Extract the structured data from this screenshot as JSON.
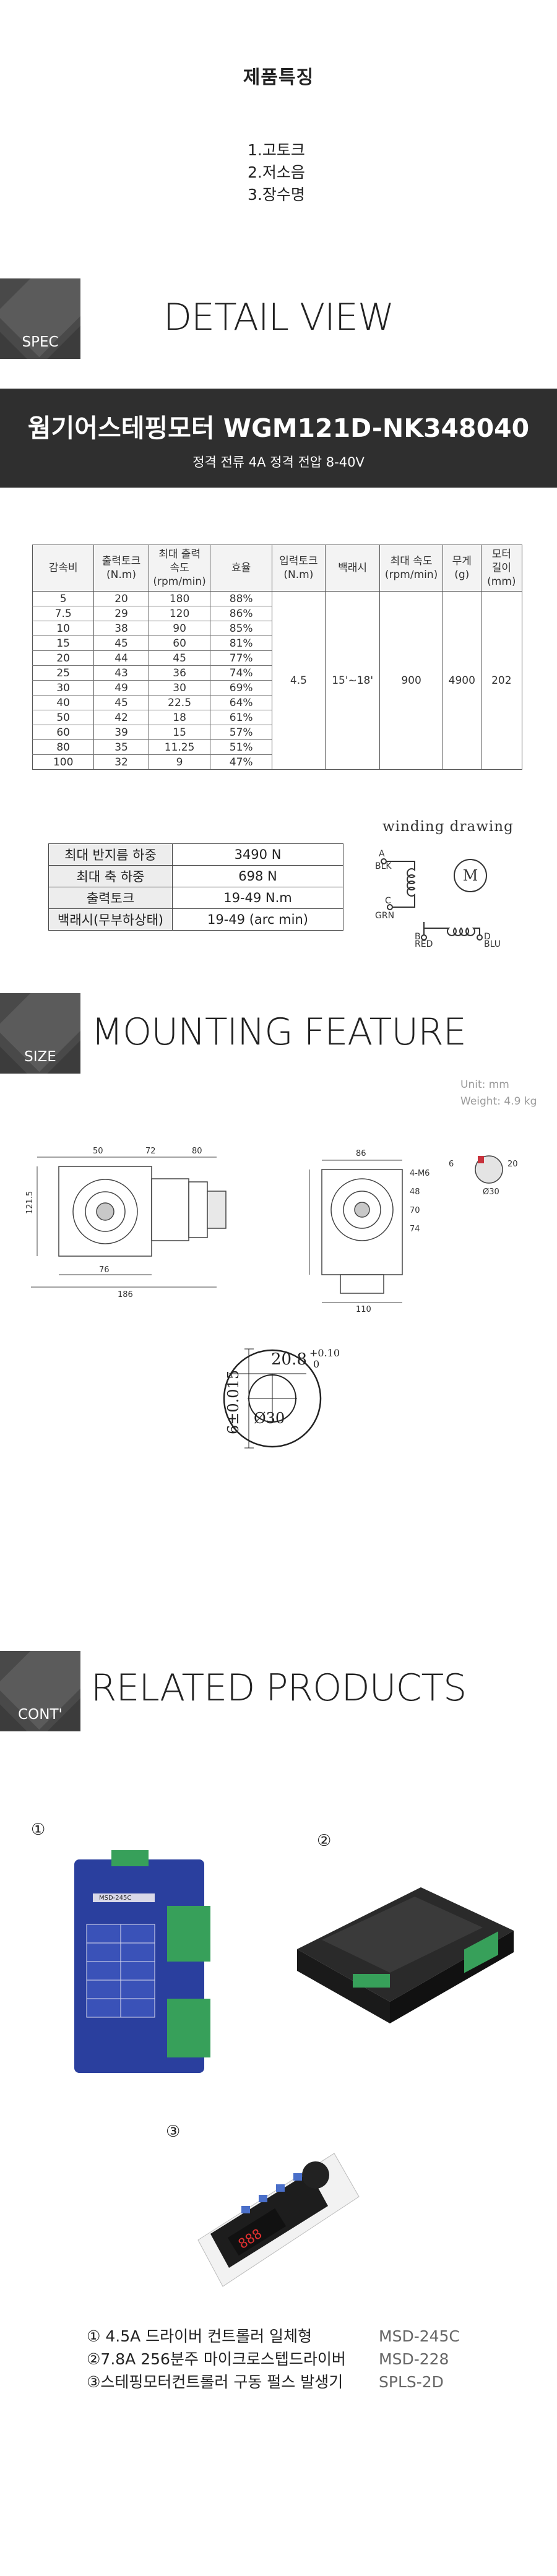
{
  "features": {
    "title": "제품특징",
    "items": [
      "1.고토크",
      "2.저소음",
      "3.장수명"
    ]
  },
  "sections": {
    "spec": {
      "tab": "SPEC",
      "title": "DETAIL VIEW"
    },
    "size": {
      "tab": "SIZE",
      "title": "MOUNTING FEATURE"
    },
    "cont": {
      "tab": "CONT'",
      "title": "RELATED PRODUCTS"
    }
  },
  "banner": {
    "title": "웜기어스테핑모터 WGM121D-NK348040",
    "subtitle": "정격 전류 4A     정격 전압 8-40V"
  },
  "spec_table": {
    "headers": [
      "감속비",
      "출력토크\n(N.m)",
      "최대 출력\n속도\n(rpm/min)",
      "효율",
      "입력토크\n(N.m)",
      "백래시",
      "최대 속도\n(rpm/min)",
      "무게\n(g)",
      "모터\n길이\n(mm)"
    ],
    "rows": [
      [
        "5",
        "20",
        "180",
        "88%"
      ],
      [
        "7.5",
        "29",
        "120",
        "86%"
      ],
      [
        "10",
        "38",
        "90",
        "85%"
      ],
      [
        "15",
        "45",
        "60",
        "81%"
      ],
      [
        "20",
        "44",
        "45",
        "77%"
      ],
      [
        "25",
        "43",
        "36",
        "74%"
      ],
      [
        "30",
        "49",
        "30",
        "69%"
      ],
      [
        "40",
        "45",
        "22.5",
        "64%"
      ],
      [
        "50",
        "42",
        "18",
        "61%"
      ],
      [
        "60",
        "39",
        "15",
        "57%"
      ],
      [
        "80",
        "35",
        "11.25",
        "51%"
      ],
      [
        "100",
        "32",
        "9",
        "47%"
      ]
    ],
    "merged": {
      "input_torque": "4.5",
      "backlash": "15'~18'",
      "max_speed": "900",
      "weight": "4900",
      "motor_length": "202"
    }
  },
  "load_table": [
    {
      "label": "최대 반지름 하중",
      "value": "3490 N"
    },
    {
      "label": "최대 축 하중",
      "value": "698 N"
    },
    {
      "label": "출력토크",
      "value": "19-49 N.m"
    },
    {
      "label": "백래시(무부하상태)",
      "value": "19-49  (arc min)"
    }
  ],
  "winding": {
    "title": "winding drawing",
    "motor": "M",
    "pins": [
      {
        "letter": "A",
        "color": "BLK"
      },
      {
        "letter": "C",
        "color": "GRN"
      },
      {
        "letter": "B",
        "color": "RED"
      },
      {
        "letter": "D",
        "color": "BLU"
      }
    ]
  },
  "mounting": {
    "unit": "Unit: mm",
    "weight": "Weight: 4.9 kg",
    "dims": {
      "d50": "50",
      "d72": "72",
      "d80": "80",
      "d121_5": "121.5",
      "d76": "76",
      "d186": "186",
      "d86": "86",
      "d4m6": "4-M6",
      "d48": "48",
      "d70": "70",
      "d74": "74",
      "d110": "110",
      "d30": "Ø30",
      "d20": "20",
      "d6": "6"
    },
    "shaft": {
      "width": "20.8",
      "tol_up": "+0.10",
      "tol_low": "0",
      "diameter": "Ø30",
      "key": "6±0.015"
    }
  },
  "related": {
    "markers": [
      "①",
      "②",
      "③"
    ],
    "board_text": "MSD-245C",
    "captions": [
      {
        "text": "① 4.5A 드라이버 컨트롤러 일체형",
        "model": "MSD-245C"
      },
      {
        "text": "②7.8A 256분주 마이크로스텝드라이버",
        "model": "MSD-228"
      },
      {
        "text": "③스테핑모터컨트롤러 구동 펄스 발생기",
        "model": "SPLS-2D"
      }
    ]
  },
  "colors": {
    "tab_bg": "#3c3c3c",
    "banner_bg": "#2f2f2f",
    "board_blue": "#2a3f9e",
    "terminal_green": "#37a05a"
  }
}
